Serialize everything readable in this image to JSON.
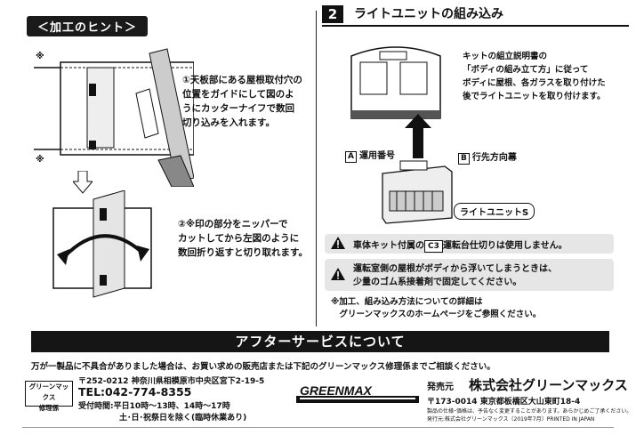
{
  "hint": {
    "tag": "＜加工のヒント＞",
    "mark": "※",
    "step1": [
      "①天板部にある屋根取付穴の",
      "位置をガイドにして図のよ",
      "うにカッターナイフで数回",
      "切り込みを入れます。"
    ],
    "step2": [
      "②※印の部分をニッパーで",
      "カットしてから左図のように",
      "数回折り返すと切り取れます。"
    ]
  },
  "section2": {
    "number": "2",
    "title": "ライトユニットの組み込み",
    "instruction": [
      "キットの組立説明書の",
      "「ボディの組み立て方」に従って",
      "ボディに屋根、各ガラスを取り付けた",
      "後でライトユニットを取り付けます。"
    ],
    "label_a_box": "A",
    "label_a": "運用番号",
    "label_b_box": "B",
    "label_b": "行先方向幕",
    "unit_label": "ライトユニットS"
  },
  "warnings": {
    "w1_pre": "車体キット付属の",
    "w1_code": "C3",
    "w1_post": "運転台仕切りは使用しません。",
    "w2_line1": "運転室側の屋根がボディから浮いてしまうときは、",
    "w2_line2": "少量のゴム系接着剤で固定してください。"
  },
  "note": {
    "line1": "※加工、組み込み方法についての詳細は",
    "line2": "　グリーンマックスのホームページをご参照ください。"
  },
  "after_service": {
    "title": "アフターサービスについて",
    "intro": "万が一製品に不具合がありました場合は、お買い求めの販売店または下記のグリーンマックス修理係までご相談ください。",
    "support_label_1": "グリーンマックス",
    "support_label_2": "修理係",
    "address": "〒252-0212 神奈川県相模原市中央区宮下2-19-5",
    "tel": "TEL:042-774-8355",
    "hours_1": "受付時間:平日10時～13時、14時～17時",
    "hours_2": "土･日･祝祭日を除く(臨時休業あり)"
  },
  "publisher": {
    "logo_text": "GREENMAX",
    "label": "発売元",
    "company": "株式会社グリーンマックス",
    "address": "〒173-0014 東京都板橋区大山東町18-4",
    "fine_1": "製品の仕様･価格は、予告なく変更することがあります。あらかじめご了承ください。",
    "fine_2": "発行元:株式会社グリーンマックス〔2019年7月〕PRINTED IN JAPAN"
  },
  "colors": {
    "ink": "#111111",
    "warn_bg": "#e6e6e6"
  }
}
